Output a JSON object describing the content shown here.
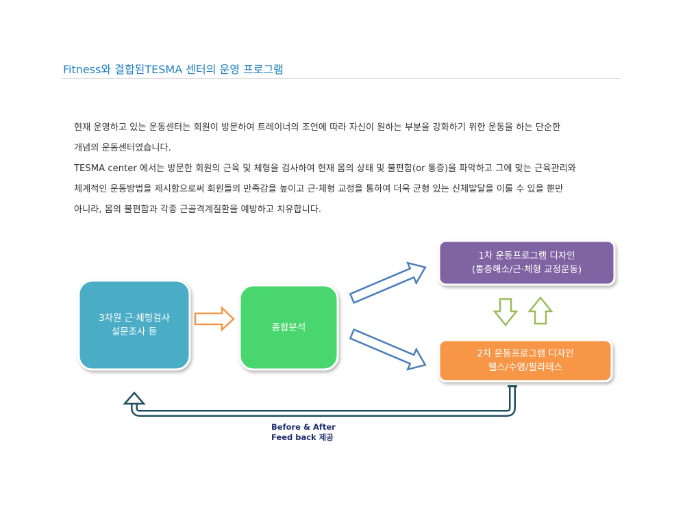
{
  "header": {
    "title": "Fitness와 결합된TESMA 센터의 운영 프로그램"
  },
  "intro": {
    "lines": [
      "현재 운영하고 있는 운동센터는 회원이 방문하여 트레이너의 조언에 따라 자신이 원하는 부분을 강화하기 위한 운동을 하는 단순한",
      "개념의 운동센터였습니다.",
      "TESMA center 에서는 방문한 회원의 근육 및 체형을 검사하여 현재 몸의 상태 및 불편함(or 통증)을 파악하고 그에 맞는 근육관리와",
      "체계적인 운동방법을 제시함으로써 회원들의 만족감을 높이고 근·체형 교정을 통하여 더욱 균형 있는 신체발달을 이룰 수 있을 뿐만",
      "아니라, 몸의 불편함과 각종 근골격계질환을 예방하고 치유합니다."
    ]
  },
  "diagram": {
    "box_inspection": {
      "line1": "3차원  근·체형검사",
      "line2": "설문조사  등",
      "color": "#4bacc6"
    },
    "box_analysis": {
      "label": "종합분석",
      "color": "#4ad66e"
    },
    "box_program1": {
      "line1": "1차  운동프로그램  디자인",
      "line2": "(통증해소/근·체형  교정운동)",
      "color": "#8064a2"
    },
    "box_program2": {
      "line1": "2차  운동프로그램  디자인",
      "line2": "헬스/수영/필라테스",
      "color": "#f79646"
    },
    "feedback": {
      "line1": "Before & After",
      "line2": "Feed back 제공"
    },
    "colors": {
      "arrow_orange": "#f79646",
      "arrow_blue": "#4a7ebb",
      "arrow_green": "#9bbb59",
      "feedback_arrow": "#1f4e5f"
    }
  }
}
